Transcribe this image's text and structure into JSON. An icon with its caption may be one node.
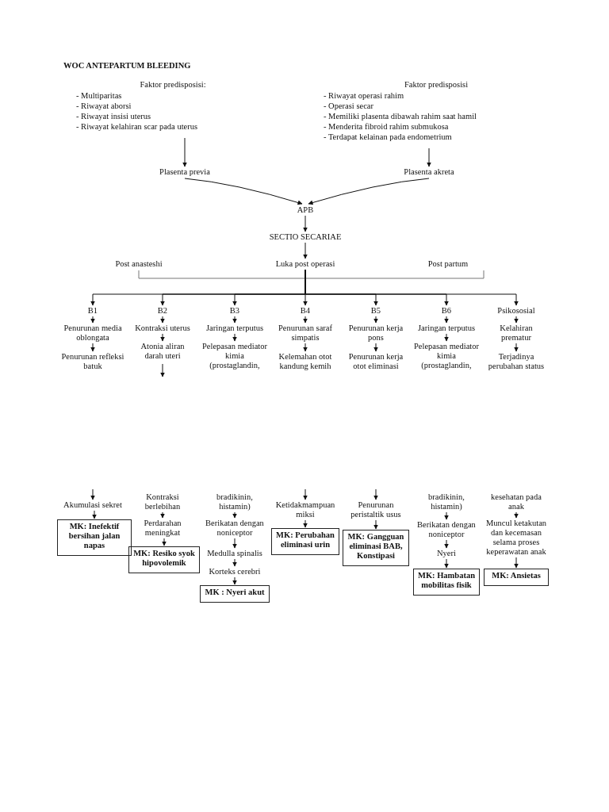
{
  "diagram": {
    "title": "WOC ANTEPARTUM BLEEDING",
    "nodes": [
      {
        "text": [
          "Faktor predisposisi:",
          "- Multiparitas",
          "- Riwayat aborsi",
          "- Riwayat insisi uterus",
          "- Riwayat kelahiran scar pada uterus"
        ]
      },
      {
        "text": [
          "Plasenta previa"
        ]
      },
      {
        "text": [
          "Faktor predisposisi",
          "- Riwayat operasi rahim",
          "- Operasi secar",
          "- Memiliki plasenta dibawah rahim saat hamil",
          "- Menderita fibroid rahim submukosa",
          "- Terdapat kelainan pada endometrium"
        ]
      },
      {
        "text": [
          "Plasenta akreta"
        ]
      },
      {
        "text": [
          "APB"
        ]
      },
      {
        "text": [
          "SECTIO SECARIAE"
        ]
      },
      {
        "text": [
          "Post anasteshi"
        ]
      },
      {
        "text": [
          "Luka post operasi"
        ]
      },
      {
        "text": [
          "Post partum"
        ]
      },
      {
        "text": [
          "B1"
        ]
      },
      {
        "text": [
          "Penurunan media oblongata"
        ]
      },
      {
        "text": [
          "Penurunan refleksi batuk"
        ]
      },
      {
        "text": [
          "B2"
        ]
      },
      {
        "text": [
          "Kontraksi uterus"
        ]
      },
      {
        "text": [
          "Atonia aliran darah uteri"
        ]
      },
      {
        "text": [
          "B3"
        ]
      },
      {
        "text": [
          "Jaringan terputus"
        ]
      },
      {
        "text": [
          "Pelepasan mediator kimia (prostaglandin,"
        ]
      },
      {
        "text": [
          "B4"
        ]
      },
      {
        "text": [
          "Penurunan saraf simpatis"
        ]
      },
      {
        "text": [
          "Kelemahan otot kandung kemih"
        ]
      },
      {
        "text": [
          "B5"
        ]
      },
      {
        "text": [
          "Penurunan kerja pons"
        ]
      },
      {
        "text": [
          "Penurunan kerja otot eliminasi"
        ]
      },
      {
        "text": [
          "B6"
        ]
      },
      {
        "text": [
          "Jaringan terputus"
        ]
      },
      {
        "text": [
          "Pelepasan mediator kimia (prostaglandin,"
        ]
      },
      {
        "text": [
          "Psikososial"
        ]
      },
      {
        "text": [
          "Kelahiran prematur"
        ]
      },
      {
        "text": [
          "Terjadinya perubahan status"
        ]
      },
      {
        "text": [
          "Akumulasi sekret"
        ]
      },
      {
        "text": [
          "MK: Inefektif bersihan jalan napas"
        ]
      },
      {
        "text": [
          "Kontraksi berlebihan"
        ]
      },
      {
        "text": [
          "Perdarahan meningkat"
        ]
      },
      {
        "text": [
          "MK: Resiko syok hipovolemik"
        ]
      },
      {
        "text": [
          "bradikinin, histamin)"
        ]
      },
      {
        "text": [
          "Berikatan dengan noniceptor"
        ]
      },
      {
        "text": [
          "Medulla spinalis"
        ]
      },
      {
        "text": [
          "Korteks cerebri"
        ]
      },
      {
        "text": [
          "MK : Nyeri akut"
        ]
      },
      {
        "text": [
          "Ketidakmampuan miksi"
        ]
      },
      {
        "text": [
          "MK: Perubahan eliminasi urin"
        ]
      },
      {
        "text": [
          "Penurunan peristaltik usus"
        ]
      },
      {
        "text": [
          "MK: Gangguan eliminasi BAB, Konstipasi"
        ]
      },
      {
        "text": [
          "bradikinin, histamin)"
        ]
      },
      {
        "text": [
          "Berikatan dengan noniceptor"
        ]
      },
      {
        "text": [
          "Nyeri"
        ]
      },
      {
        "text": [
          "MK: Hambatan mobilitas fisik"
        ]
      },
      {
        "text": [
          "kesehatan pada anak"
        ]
      },
      {
        "text": [
          "Muncul ketakutan dan kecemasan selama proses keperawatan anak"
        ]
      },
      {
        "text": [
          "MK: Ansietas"
        ]
      }
    ],
    "edges": [
      {
        "from": 0,
        "to": 1,
        "arrow": "to"
      },
      {
        "from": 2,
        "to": 3,
        "arrow": "to"
      },
      {
        "from": 1,
        "to": 4,
        "arrow": "to"
      },
      {
        "from": 3,
        "to": 4,
        "arrow": "to"
      },
      {
        "from": 4,
        "to": 5,
        "arrow": "to"
      },
      {
        "from": 5,
        "to": 7,
        "arrow": "to"
      },
      {
        "from": 6,
        "to": 8,
        "arrow": "none",
        "color": "#777777"
      },
      {
        "from": 7,
        "to": 9,
        "arrow": "to"
      },
      {
        "from": 7,
        "to": 12,
        "arrow": "to"
      },
      {
        "from": 7,
        "to": 15,
        "arrow": "to"
      },
      {
        "from": 7,
        "to": 18,
        "arrow": "to"
      },
      {
        "from": 7,
        "to": 21,
        "arrow": "to"
      },
      {
        "from": 7,
        "to": 24,
        "arrow": "to"
      },
      {
        "from": 7,
        "to": 27,
        "arrow": "to"
      },
      {
        "from": 9,
        "to": 10,
        "arrow": "to"
      },
      {
        "from": 10,
        "to": 11,
        "arrow": "to"
      },
      {
        "from": 12,
        "to": 13,
        "arrow": "to"
      },
      {
        "from": 13,
        "to": 14,
        "arrow": "to"
      },
      {
        "from": 14,
        "to": null,
        "arrow": "to"
      },
      {
        "from": 15,
        "to": 16,
        "arrow": "to"
      },
      {
        "from": 16,
        "to": 17,
        "arrow": "to"
      },
      {
        "from": 18,
        "to": 19,
        "arrow": "to"
      },
      {
        "from": 19,
        "to": 20,
        "arrow": "to"
      },
      {
        "from": 21,
        "to": 22,
        "arrow": "to"
      },
      {
        "from": 22,
        "to": 23,
        "arrow": "to"
      },
      {
        "from": 24,
        "to": 25,
        "arrow": "to"
      },
      {
        "from": 25,
        "to": 26,
        "arrow": "to"
      },
      {
        "from": 27,
        "to": 28,
        "arrow": "to"
      },
      {
        "from": 28,
        "to": 29,
        "arrow": "to"
      },
      {
        "from": null,
        "to": 30,
        "arrow": "to"
      },
      {
        "from": 30,
        "to": 31,
        "arrow": "to"
      },
      {
        "from": 32,
        "to": 33,
        "arrow": "to"
      },
      {
        "from": 33,
        "to": 34,
        "arrow": "to"
      },
      {
        "from": 35,
        "to": 36,
        "arrow": "to"
      },
      {
        "from": 36,
        "to": 37,
        "arrow": "to"
      },
      {
        "from": 37,
        "to": 38,
        "arrow": "to"
      },
      {
        "from": 38,
        "to": 39,
        "arrow": "to"
      },
      {
        "from": null,
        "to": 40,
        "arrow": "to"
      },
      {
        "from": 40,
        "to": 41,
        "arrow": "to"
      },
      {
        "from": null,
        "to": 42,
        "arrow": "to"
      },
      {
        "from": 42,
        "to": 43,
        "arrow": "to"
      },
      {
        "from": 44,
        "to": 45,
        "arrow": "to"
      },
      {
        "from": 45,
        "to": 46,
        "arrow": "to"
      },
      {
        "from": 46,
        "to": 47,
        "arrow": "to"
      },
      {
        "from": 48,
        "to": 49,
        "arrow": "to"
      },
      {
        "from": 49,
        "to": 50,
        "arrow": "to"
      }
    ]
  }
}
